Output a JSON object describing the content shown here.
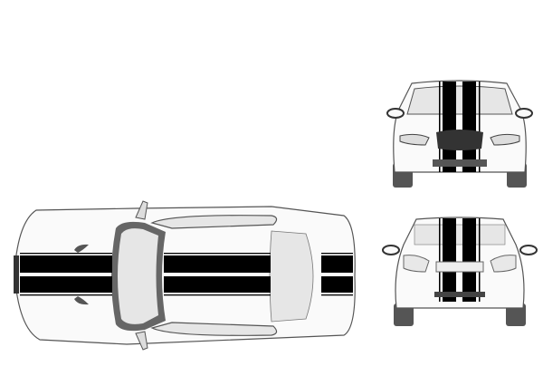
{
  "colors": {
    "body": "#fafafa",
    "outline": "#555555",
    "glass": "#e6e6e6",
    "stripe": "#000000",
    "tire": "#555555",
    "frame": "#666666"
  },
  "views": [
    "top-view",
    "front-view",
    "rear-view"
  ]
}
